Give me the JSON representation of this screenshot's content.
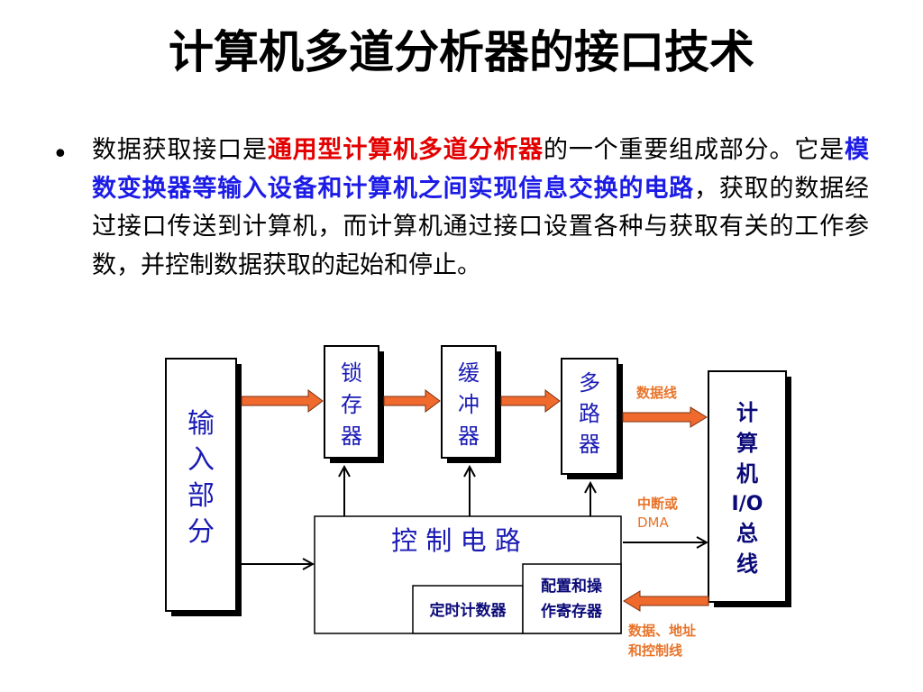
{
  "slide": {
    "title": "计算机多道分析器的接口技术",
    "paragraph": [
      {
        "text": "数据获取接口是",
        "style": "normal"
      },
      {
        "text": "通用型计算机多道分析器",
        "style": "red"
      },
      {
        "text": "的一个重要组成部分。它是",
        "style": "normal"
      },
      {
        "text": "模数变换器等输入设备和计算机之间实现信息交换的电路",
        "style": "blue"
      },
      {
        "text": "，获取的数据经过接口传送到计算机，而计算机通过接口设置各种与获取有关的工作参数，并控制数据获取的起始和停止。",
        "style": "normal"
      }
    ]
  },
  "diagram": {
    "input_block": [
      "输",
      "入",
      "部",
      "分"
    ],
    "latch_block": [
      "锁",
      "存",
      "器"
    ],
    "buffer_block": [
      "缓",
      "冲",
      "器"
    ],
    "mux_block": [
      "多",
      "路",
      "器"
    ],
    "io_bus_block": [
      "计",
      "算",
      "机",
      "I/O",
      "总",
      "线"
    ],
    "control_block": "控 制 电 路",
    "timer_block": "定时计数器",
    "config_block": [
      "配置和操",
      "作寄存器"
    ],
    "data_line_label": "数据线",
    "interrupt_label": [
      "中断或",
      "DMA"
    ],
    "bus_lines_label": [
      "数据、地址",
      "和控制线"
    ],
    "colors": {
      "arrow_fill": "#f06a2e",
      "label_orange": "#e8742a",
      "block_text": "#1a1ab4",
      "bus_text": "#0a0a78"
    }
  }
}
